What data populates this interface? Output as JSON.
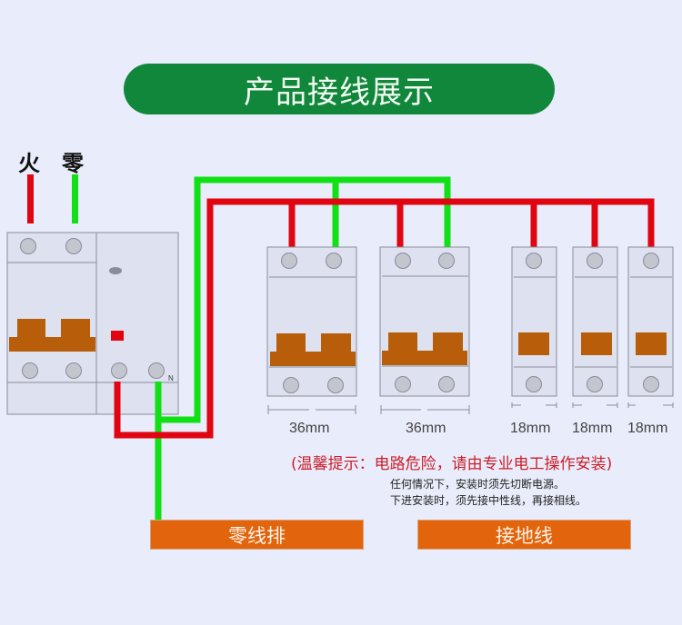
{
  "title": "产品接线展示",
  "sources": {
    "live": {
      "label": "火",
      "color": "#e00510"
    },
    "neutral": {
      "label": "零",
      "color": "#11e016"
    }
  },
  "main_breaker": {
    "n_terminal_label": "N",
    "indicator_color": "#e00510",
    "handle_color": "#b85e0a"
  },
  "breakers": [
    {
      "poles": 2,
      "size_label": "36mm"
    },
    {
      "poles": 2,
      "size_label": "36mm"
    },
    {
      "poles": 1,
      "size_label": "18mm"
    },
    {
      "poles": 1,
      "size_label": "18mm"
    },
    {
      "poles": 1,
      "size_label": "18mm"
    }
  ],
  "warning": {
    "text": "(温馨提示：电路危险，请由专业电工操作安装)",
    "color": "#cc1e2a"
  },
  "notes": [
    "任何情况下，安装时须先切断电源。",
    "下进安装时，须先接中性线，再接相线。"
  ],
  "bars": {
    "neutral_bar": "零线排",
    "ground_bar": "接地线"
  },
  "colors": {
    "background": "#e9ecfa",
    "title_bg": "#10873a",
    "bar_bg": "#e2650d",
    "breaker_body": "#dde1f0",
    "terminal": "#c3c5cf"
  }
}
